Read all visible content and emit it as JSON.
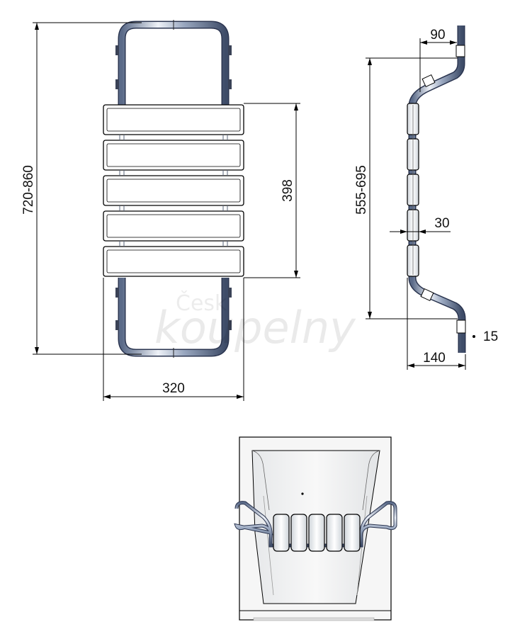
{
  "dimensions": {
    "height_total": "720-860",
    "width": "320",
    "seat_height": "398",
    "side_height": "555-695",
    "top_offset": "90",
    "thickness": "30",
    "depth": "140",
    "tube": "15"
  },
  "watermark": {
    "line1": "Česk",
    "line2": "koupelny"
  },
  "colors": {
    "chrome_light": "#eef2f8",
    "chrome_dark": "#4a5a78",
    "outline": "#000000"
  }
}
